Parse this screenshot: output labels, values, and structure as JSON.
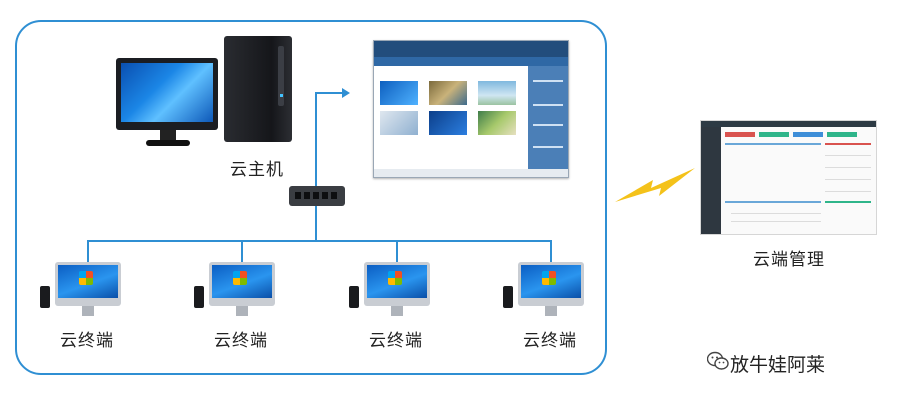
{
  "diagram": {
    "host_label": "云主机",
    "terminal_label": "云终端",
    "management_label": "云端管理",
    "watermark": "放牛娃阿莱"
  },
  "terminals": [
    {
      "label": "云终端"
    },
    {
      "label": "云终端"
    },
    {
      "label": "云终端"
    },
    {
      "label": "云终端"
    }
  ],
  "icons": {
    "host_monitor": "monitor-icon",
    "host_tower": "server-tower-icon",
    "switch": "network-switch-icon",
    "terminal": "thin-client-icon",
    "wireless": "lightning-icon",
    "watermark": "wechat-icon"
  },
  "colors": {
    "frame": "#2f8fd3",
    "bolt": "#f4c21a"
  }
}
